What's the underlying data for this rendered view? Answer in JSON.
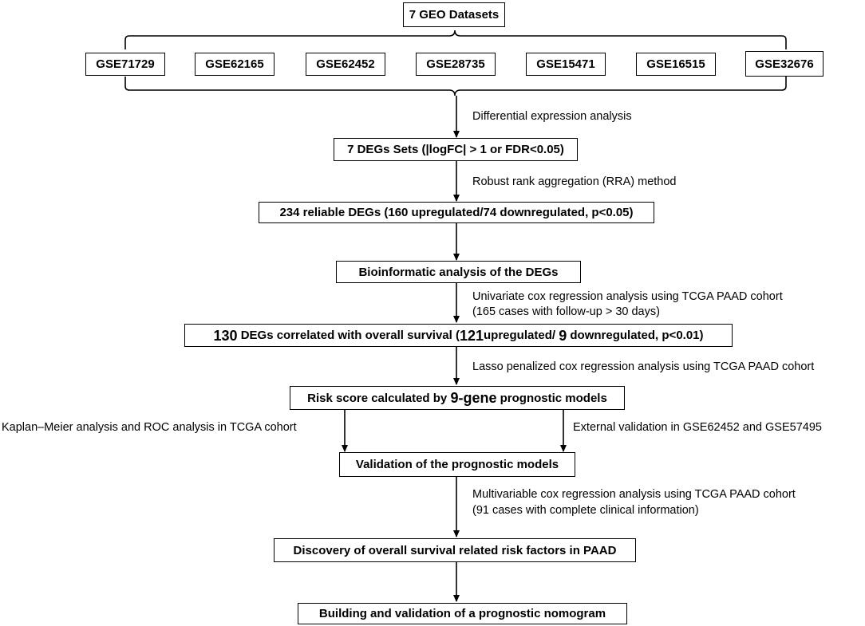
{
  "top_box": "7 GEO Datasets",
  "datasets": [
    "GSE71729",
    "GSE62165",
    "GSE62452",
    "GSE28735",
    "GSE15471",
    "GSE16515",
    "GSE32676"
  ],
  "steps": {
    "differential_label": "Differential expression analysis",
    "degs_sets": "7 DEGs Sets (|logFC| > 1 or FDR<0.05)",
    "rra_label": "Robust rank aggregation (RRA) method",
    "reliable_degs": "234 reliable DEGs (160 upregulated/74 downregulated, p<0.05)",
    "bioinformatic": "Bioinformatic analysis of the DEGs",
    "univariate_label_1": "Univariate cox regression analysis using TCGA PAAD cohort",
    "univariate_label_2": "(165 cases with follow-up > 30 days)",
    "correlated": {
      "n130": "130",
      "part1": " DEGs correlated with overall survival (",
      "n121": "121",
      "part2": "upregulated/ ",
      "n9": "9",
      "part3": " downregulated, p<0.01)"
    },
    "lasso_label": "Lasso penalized  cox regression analysis using TCGA PAAD cohort",
    "risk_score": {
      "part1": "Risk score calculated by ",
      "n9gene": "9-gene",
      "part2": " prognostic models"
    },
    "km_label": "Kaplan–Meier analysis and ROC analysis in TCGA cohort",
    "external_label": "External validation in GSE62452 and GSE57495",
    "validation": "Validation of the prognostic models",
    "multivariable_label_1": "Multivariable cox regression analysis using TCGA PAAD cohort",
    "multivariable_label_2": "(91 cases with complete clinical information)",
    "discovery": "Discovery of overall survival  related risk factors in PAAD",
    "nomogram": "Building and validation of a prognostic nomogram"
  }
}
